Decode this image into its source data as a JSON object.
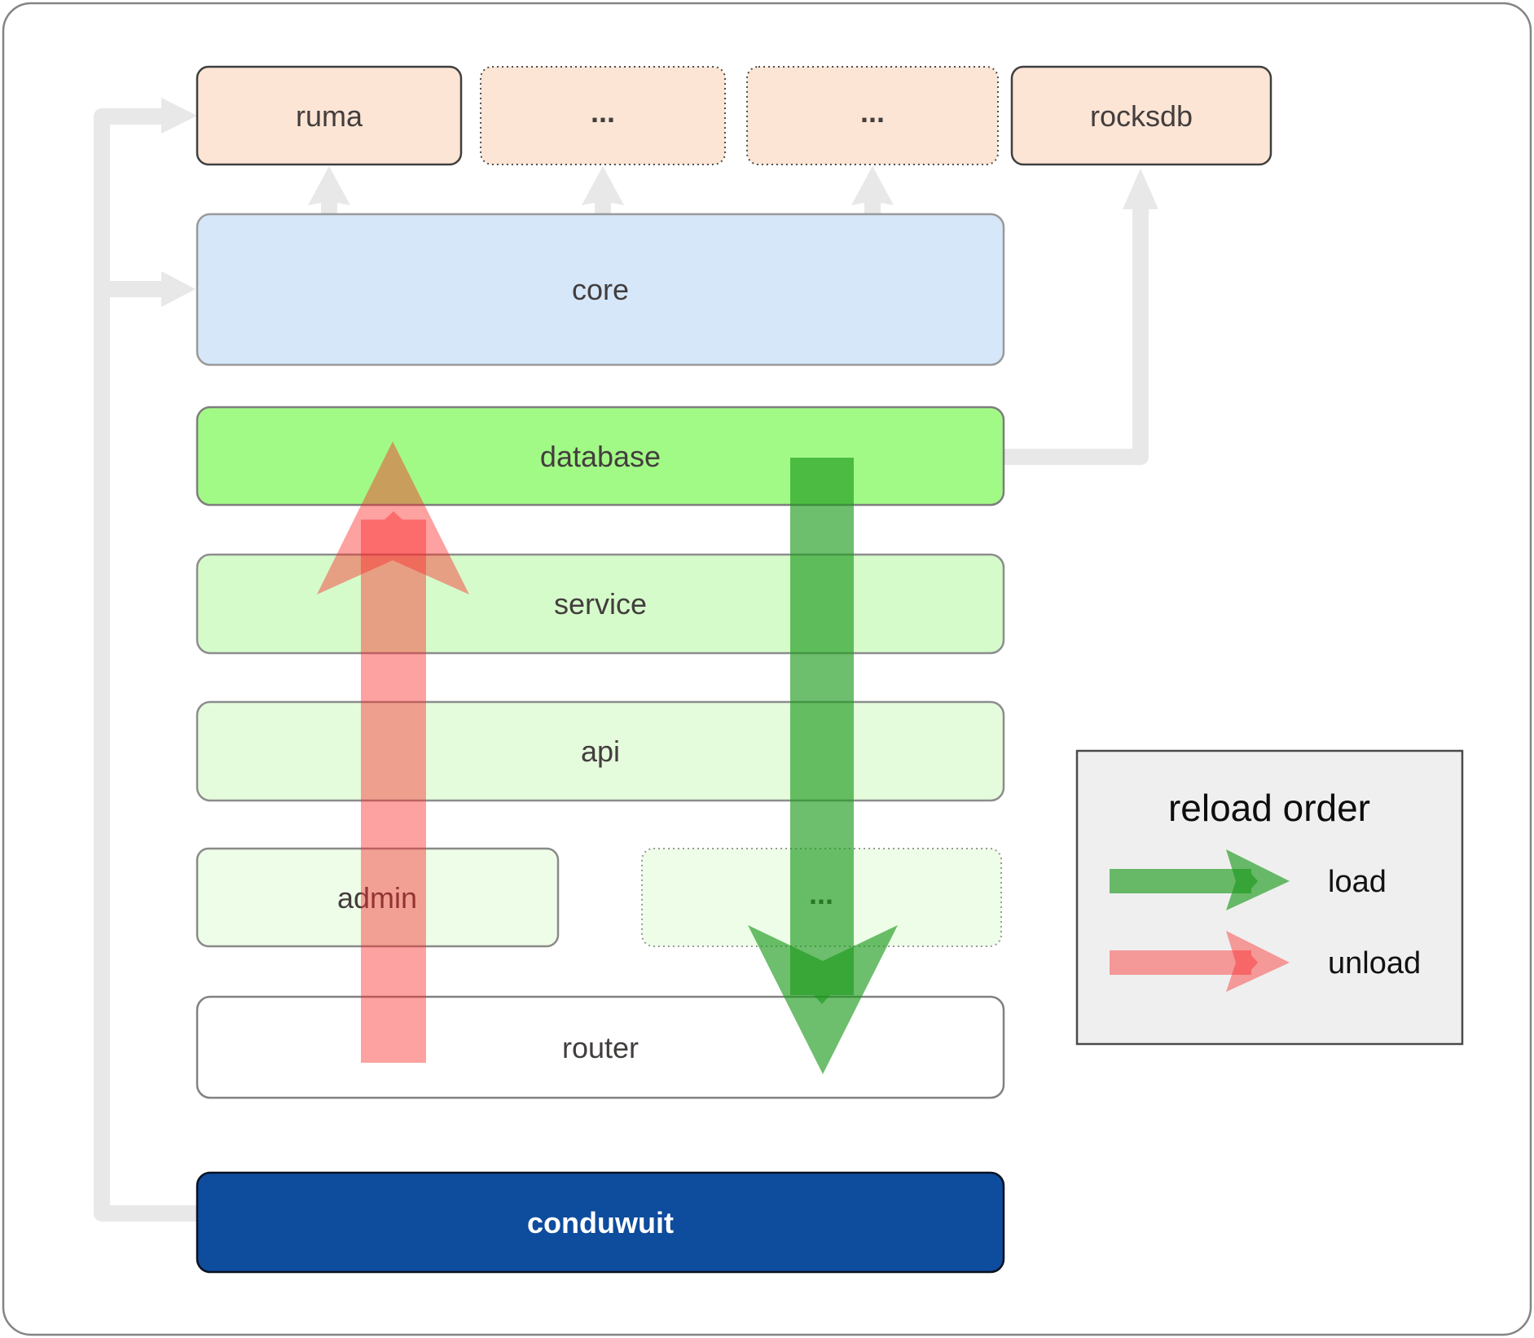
{
  "labels": {
    "ruma": "ruma",
    "ellipsis1": "...",
    "ellipsis2": "...",
    "rocksdb": "rocksdb",
    "core": "core",
    "database": "database",
    "service": "service",
    "api": "api",
    "admin": "admin",
    "ellipsis3": "...",
    "router": "router",
    "conduwuit": "conduwuit"
  },
  "legend": {
    "title": "reload order",
    "load": "load",
    "unload": "unload"
  },
  "colors": {
    "dependency_box_peach": "#fce5d4",
    "core_box_blue": "#d5e7f9",
    "database_box_green": "#a2fa86",
    "service_box_green": "#d6fbca",
    "api_box_green": "#e5fcdc",
    "admin_box_green": "#eefde8",
    "router_box": "#ffffff",
    "conduwuit_box_blue": "#0e4c9d",
    "legend_background": "#efefef",
    "connector_gray": "#e8e8e8",
    "load_arrow_green": "#1a9a1a",
    "unload_arrow_red": "#fb2a2a",
    "label_text": "#433e3e"
  }
}
